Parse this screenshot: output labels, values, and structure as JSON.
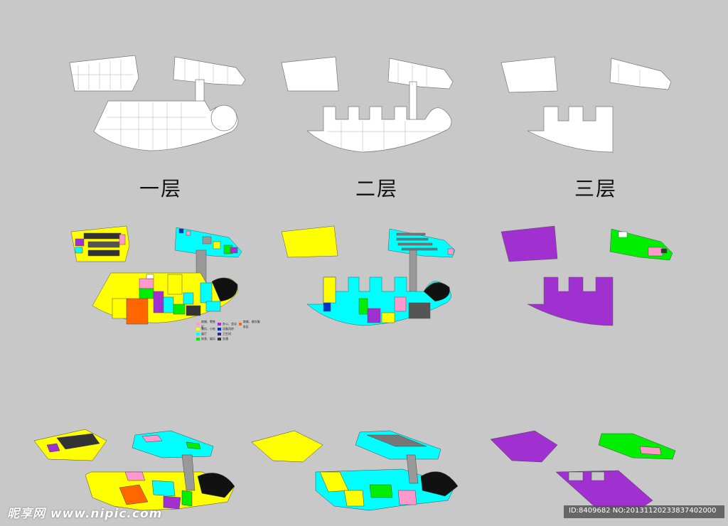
{
  "floors": [
    {
      "label": "一层"
    },
    {
      "label": "二层"
    },
    {
      "label": "三层"
    }
  ],
  "legend": {
    "items": [
      {
        "text": "商铺、零售区",
        "color": "#ff99cc"
      },
      {
        "text": "办公、会议",
        "color": "#a030d0"
      },
      {
        "text": "商铺、餐饮服务区",
        "color": "#ff6600"
      },
      {
        "text": "餐饮、小吃",
        "color": "#ffff00"
      },
      {
        "text": "设备用房",
        "color": "#0033cc"
      },
      {
        "text": "展厅",
        "color": "#00ffff"
      },
      {
        "text": "卫生间",
        "color": "#2a2a80"
      },
      {
        "text": "休息、娱乐",
        "color": "#00ee00"
      },
      {
        "text": "交通",
        "color": "#333333"
      }
    ]
  },
  "watermark": {
    "brand": "昵享网",
    "url": "www.nipic.com"
  },
  "image_id": "ID:8409682 NO:20131120233837402000",
  "colors": {
    "background": "#c8c8c8",
    "retail": "#ff99cc",
    "office": "#a030d0",
    "catering": "#ffff00",
    "exhibit": "#00ffff",
    "leisure": "#00ee00",
    "service": "#ff6600",
    "equipment": "#0033cc",
    "circulation": "#999999",
    "core": "#111111"
  }
}
